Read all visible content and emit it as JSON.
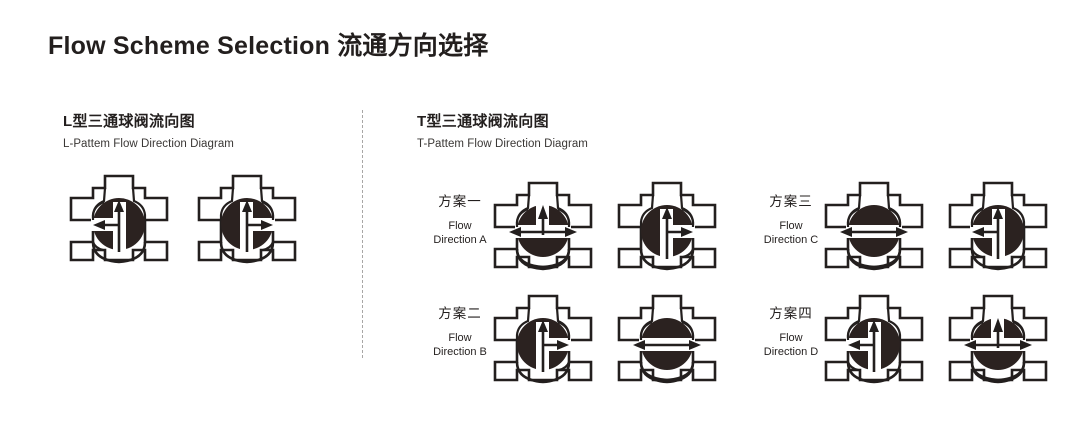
{
  "page": {
    "title": "Flow Scheme Selection 流通方向选择",
    "background_color": "#ffffff",
    "ink_color": "#231f1e",
    "ball_color": "#2b2220",
    "divider_color": "#a8a6a5"
  },
  "sections": [
    {
      "id": "l-pattern",
      "title_cn": "L型三通球阀流向图",
      "title_en": "L-Pattem Flow Direction Diagram",
      "schemes": [
        {
          "label_cn": "",
          "label_en": "",
          "valves": [
            {
              "name": "l-valve-1",
              "flow": "up-left",
              "ball_cut": "left-notch"
            },
            {
              "name": "l-valve-2",
              "flow": "up-right",
              "ball_cut": "right-notch"
            }
          ]
        }
      ]
    },
    {
      "id": "t-pattern",
      "title_cn": "T型三通球阀流向图",
      "title_en": "T-Pattem Flow Direction Diagram",
      "schemes": [
        {
          "label_cn": "方案一",
          "label_en_line1": "Flow",
          "label_en_line2": "Direction A",
          "valves": [
            {
              "name": "t-a-valve-1",
              "flow": "tee-up",
              "ball_cut": "tee"
            },
            {
              "name": "t-a-valve-2",
              "flow": "up-right",
              "ball_cut": "right-notch"
            }
          ]
        },
        {
          "label_cn": "方案二",
          "label_en_line1": "Flow",
          "label_en_line2": "Direction B",
          "valves": [
            {
              "name": "t-b-valve-1",
              "flow": "up-right",
              "ball_cut": "right-notch"
            },
            {
              "name": "t-b-valve-2",
              "flow": "straight",
              "ball_cut": "straight"
            }
          ]
        },
        {
          "label_cn": "方案三",
          "label_en_line1": "Flow",
          "label_en_line2": "Direction C",
          "valves": [
            {
              "name": "t-c-valve-1",
              "flow": "straight",
              "ball_cut": "straight"
            },
            {
              "name": "t-c-valve-2",
              "flow": "up-left",
              "ball_cut": "left-notch"
            }
          ]
        },
        {
          "label_cn": "方案四",
          "label_en_line1": "Flow",
          "label_en_line2": "Direction D",
          "valves": [
            {
              "name": "t-d-valve-1",
              "flow": "up-left",
              "ball_cut": "left-notch"
            },
            {
              "name": "t-d-valve-2",
              "flow": "tee-up",
              "ball_cut": "tee"
            }
          ]
        }
      ]
    }
  ]
}
